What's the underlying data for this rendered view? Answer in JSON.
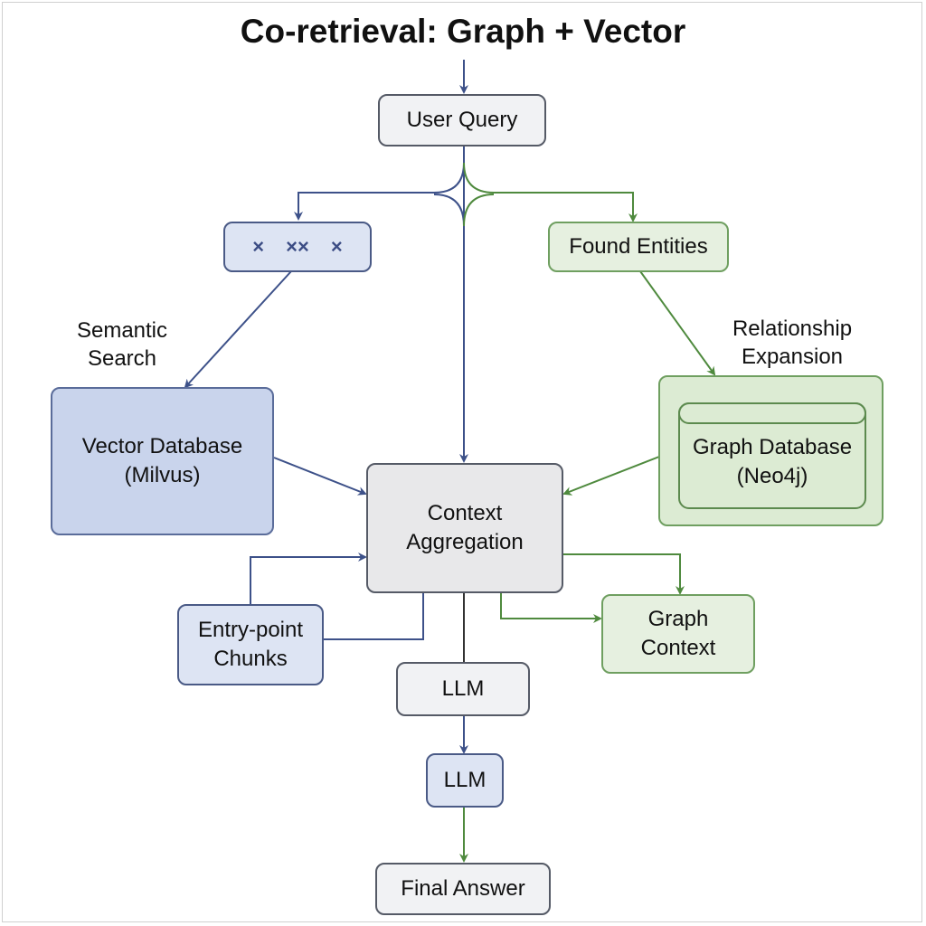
{
  "title": "Co-retrieval: Graph + Vector",
  "colors": {
    "blue_edge": "#3d5189",
    "green_edge": "#4f8a3e",
    "gray_edge": "#333333"
  },
  "nodes": {
    "user_query": "User Query",
    "embedding": {
      "icons": [
        "x-icon",
        "double-x-icon",
        "x-icon"
      ],
      "glyphs": [
        "×",
        "××",
        "×"
      ]
    },
    "found_entities": "Found Entities",
    "vector_db": {
      "line1": "Vector Database",
      "line2": "(Milvus)"
    },
    "graph_db": {
      "line1": "Graph Database",
      "line2": "(Neo4j)"
    },
    "context_aggregation": {
      "line1": "Context",
      "line2": "Aggregation"
    },
    "entry_point_chunks": {
      "line1": "Entry-point",
      "line2": "Chunks"
    },
    "graph_context": {
      "line1": "Graph",
      "line2": "Context"
    },
    "llm_1": "LLM",
    "llm_2": "LLM",
    "final_answer": "Final Answer"
  },
  "edge_labels": {
    "semantic_search": {
      "line1": "Semantic",
      "line2": "Search"
    },
    "relationship_expansion": {
      "line1": "Relationship",
      "line2": "Expansion"
    }
  }
}
